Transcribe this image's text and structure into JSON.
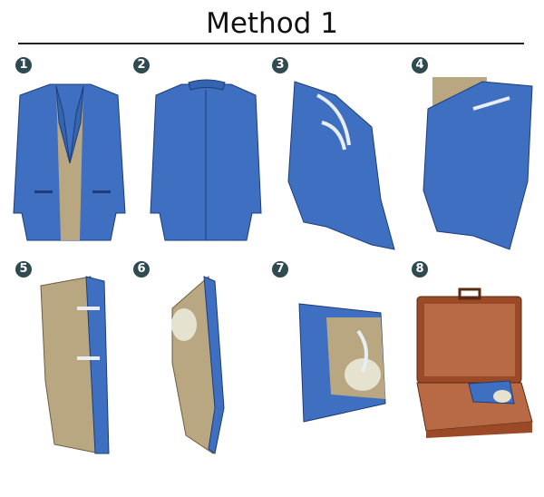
{
  "title": "Method 1",
  "steps": [
    {
      "number": "1",
      "description_icon": "jacket-front-icon"
    },
    {
      "number": "2",
      "description_icon": "jacket-back-icon"
    },
    {
      "number": "3",
      "description_icon": "jacket-shoulder-inverted-icon"
    },
    {
      "number": "4",
      "description_icon": "jacket-shoulder-tucked-icon"
    },
    {
      "number": "5",
      "description_icon": "jacket-folded-lengthwise-icon"
    },
    {
      "number": "6",
      "description_icon": "jacket-folded-side-icon"
    },
    {
      "number": "7",
      "description_icon": "jacket-folded-half-icon"
    },
    {
      "number": "8",
      "description_icon": "suitcase-packed-icon"
    }
  ],
  "colors": {
    "jacket": "#3f6fc0",
    "lining": "#b9a781",
    "suitcase": "#9b4a28",
    "badge": "#304a52"
  }
}
